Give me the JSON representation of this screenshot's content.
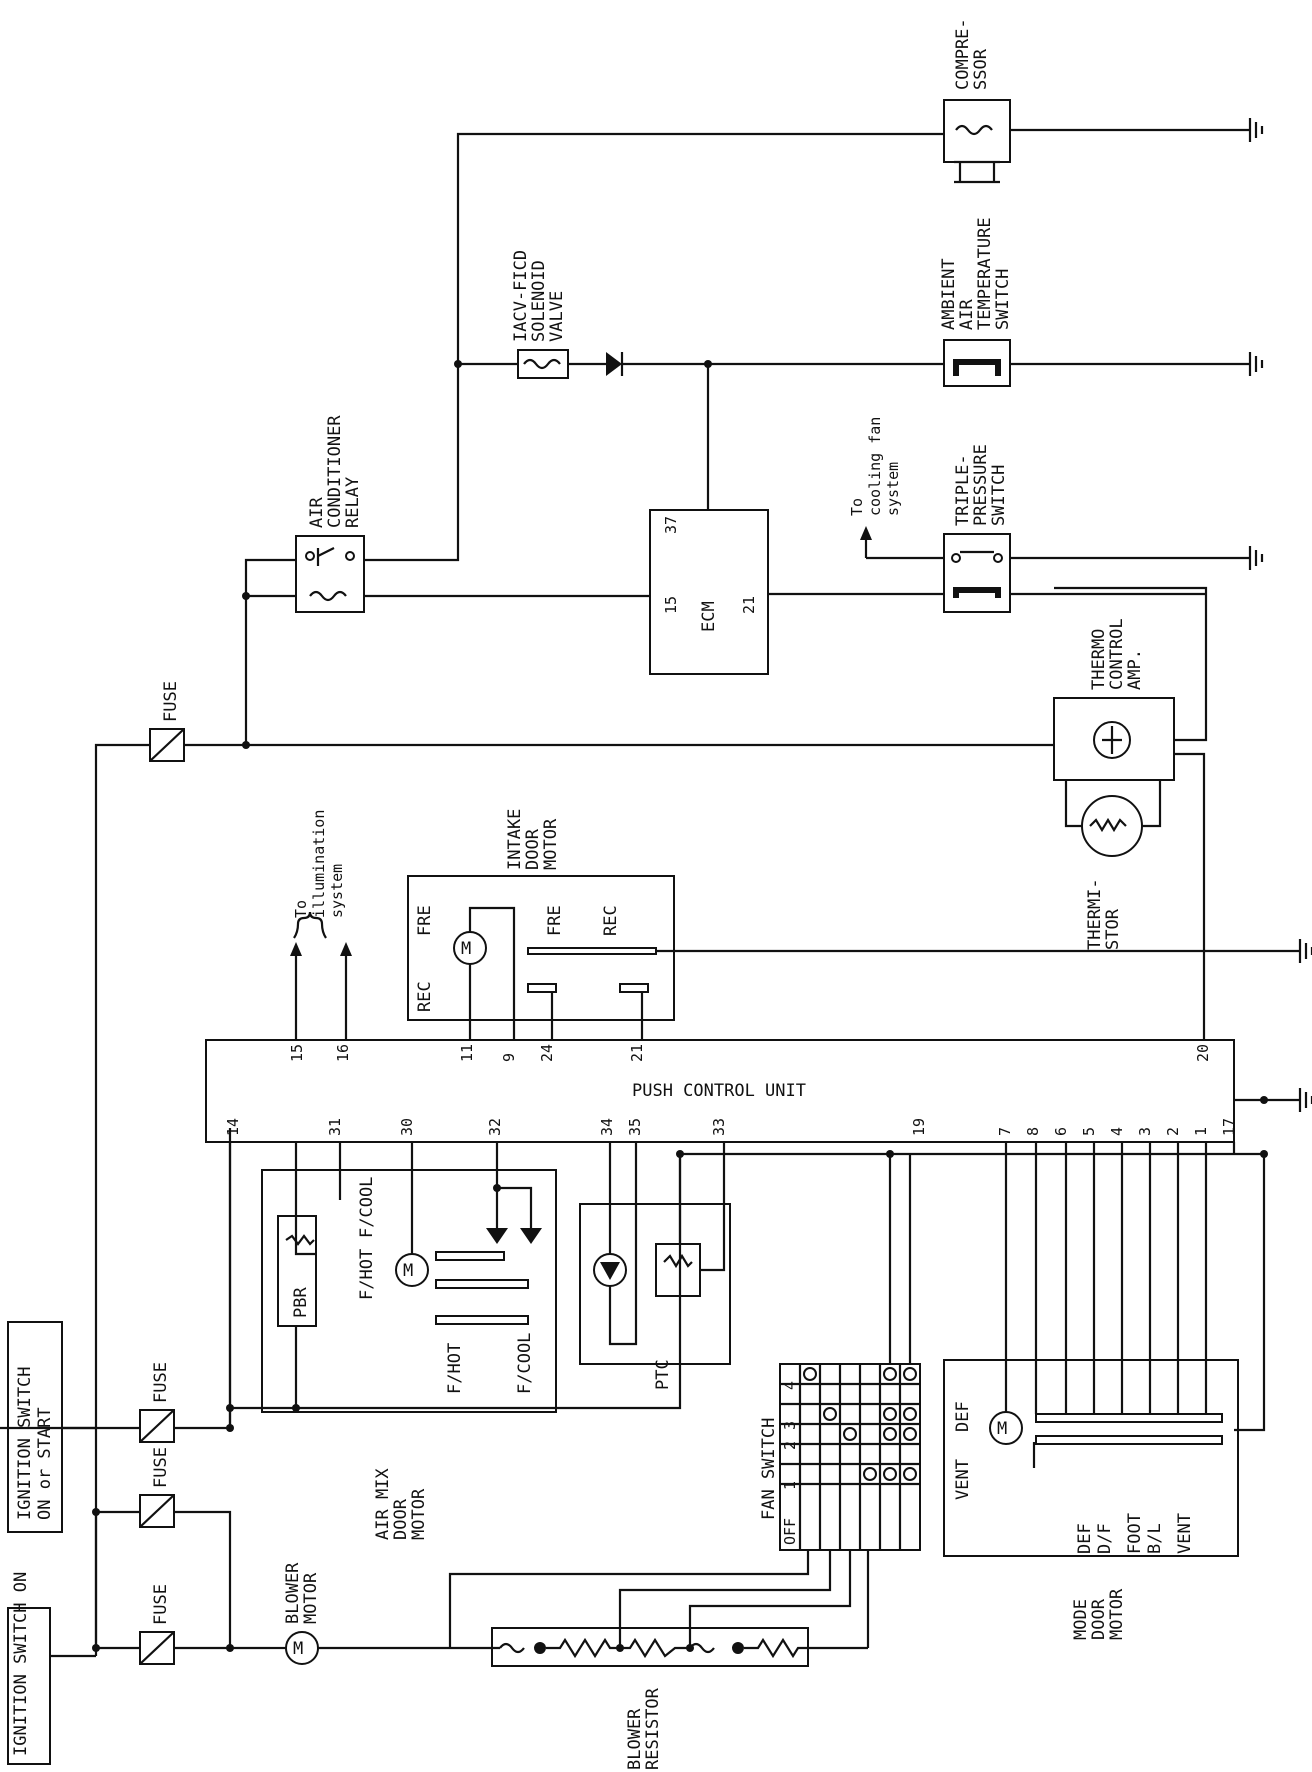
{
  "components": {
    "ignition_on": "IGNITION SWITCH ON",
    "ignition_on_start": "IGNITION SWITCH ON or START",
    "fuse": "FUSE",
    "blower_motor": "BLOWER MOTOR",
    "blower_resistor": "BLOWER RESISTOR",
    "air_mix_door_motor": "AIR MIX DOOR MOTOR",
    "pbr": "PBR",
    "f_hot": "F/HOT",
    "f_cool": "F/COOL",
    "motor_m": "M",
    "ptc": "PTC",
    "fan_switch": "FAN SWITCH",
    "fan_positions": [
      "OFF",
      "1",
      "2",
      "3",
      "4"
    ],
    "mode_door_motor": "MODE DOOR MOTOR",
    "mode_vent": "VENT",
    "mode_def": "DEF",
    "mode_outputs": [
      "DEF",
      "D/F",
      "FOOT",
      "B/L",
      "VENT"
    ],
    "push_control_unit": "PUSH CONTROL UNIT",
    "to_illumination": "To illumination system",
    "intake_door_motor": "INTAKE DOOR MOTOR",
    "fre": "FRE",
    "rec": "REC",
    "thermistor": "THERMI- STOR",
    "thermo_control_amp": "THERMO CONTROL AMP.",
    "ecm": "ECM",
    "ecm_pins": [
      "15",
      "37",
      "21"
    ],
    "air_conditioner_relay": "AIR CONDITIONER RELAY",
    "iacv_ficd": "IACV-FICD SOLENOID VALVE",
    "to_cooling_fan": "To cooling fan system",
    "triple_pressure_switch": "TRIPLE- PRESSURE SWITCH",
    "ambient_switch": "AMBIENT AIR TEMPERATURE SWITCH",
    "compressor": "COMPRE- SSOR"
  },
  "pcu_pins": {
    "top": [
      "15",
      "16",
      "11",
      "9",
      "24",
      "21",
      "20"
    ],
    "bottom": [
      "14",
      "31",
      "30",
      "32",
      "34",
      "35",
      "33",
      "19",
      "7",
      "8",
      "6",
      "5",
      "4",
      "3",
      "2",
      "1",
      "17"
    ]
  }
}
